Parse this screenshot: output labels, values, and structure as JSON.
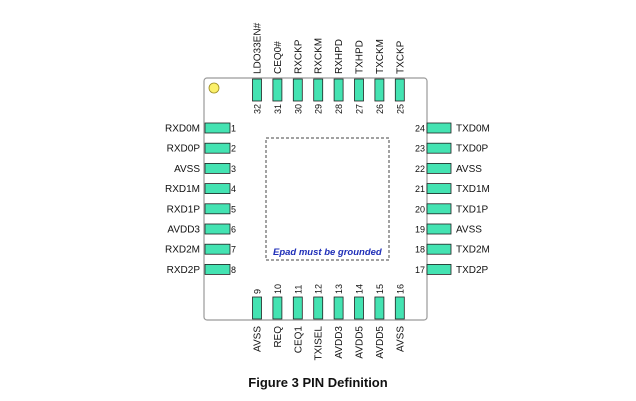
{
  "epad_note": "Epad must be grounded",
  "caption": "Figure 3 PIN Definition",
  "pins_left": [
    {
      "num": "1",
      "name": "RXD0M"
    },
    {
      "num": "2",
      "name": "RXD0P"
    },
    {
      "num": "3",
      "name": "AVSS"
    },
    {
      "num": "4",
      "name": "RXD1M"
    },
    {
      "num": "5",
      "name": "RXD1P"
    },
    {
      "num": "6",
      "name": "AVDD3"
    },
    {
      "num": "7",
      "name": "RXD2M"
    },
    {
      "num": "8",
      "name": "RXD2P"
    }
  ],
  "pins_bottom": [
    {
      "num": "9",
      "name": "AVSS"
    },
    {
      "num": "10",
      "name": "REQ"
    },
    {
      "num": "11",
      "name": "CEQ1"
    },
    {
      "num": "12",
      "name": "TXISEL"
    },
    {
      "num": "13",
      "name": "AVDD3"
    },
    {
      "num": "14",
      "name": "AVDD5"
    },
    {
      "num": "15",
      "name": "AVDD5"
    },
    {
      "num": "16",
      "name": "AVSS"
    }
  ],
  "pins_right": [
    {
      "num": "24",
      "name": "TXD0M"
    },
    {
      "num": "23",
      "name": "TXD0P"
    },
    {
      "num": "22",
      "name": "AVSS"
    },
    {
      "num": "21",
      "name": "TXD1M"
    },
    {
      "num": "20",
      "name": "TXD1P"
    },
    {
      "num": "19",
      "name": "AVSS"
    },
    {
      "num": "18",
      "name": "TXD2M"
    },
    {
      "num": "17",
      "name": "TXD2P"
    }
  ],
  "pins_top": [
    {
      "num": "32",
      "name": "LDO33EN#"
    },
    {
      "num": "31",
      "name": "CEQ0#"
    },
    {
      "num": "30",
      "name": "RXCKP"
    },
    {
      "num": "29",
      "name": "RXCKM"
    },
    {
      "num": "28",
      "name": "RXHPD"
    },
    {
      "num": "27",
      "name": "TXHPD"
    },
    {
      "num": "26",
      "name": "TXCKM"
    },
    {
      "num": "25",
      "name": "TXCKP"
    }
  ],
  "colors": {
    "pin_fill": "#44e3b2",
    "chip_outline": "#9a9a9a",
    "pin1_marker": "#fbf06a",
    "epad_text": "#1f2fb8"
  }
}
